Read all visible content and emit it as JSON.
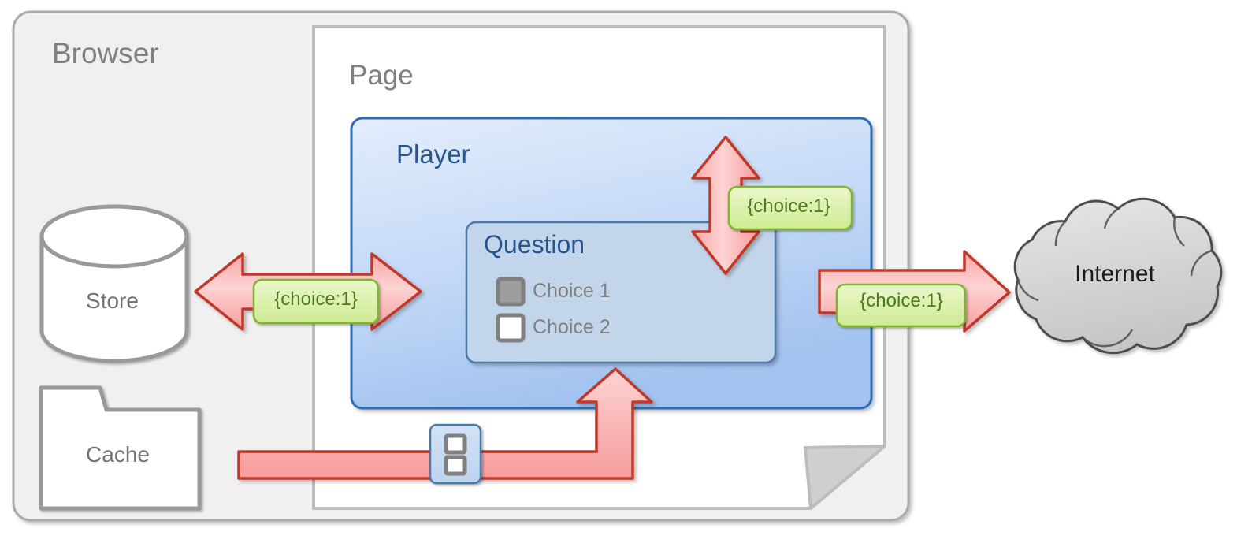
{
  "diagram": {
    "title": "Browser page player data flow",
    "containers": {
      "browser": {
        "label": "Browser"
      },
      "page": {
        "label": "Page"
      },
      "player": {
        "label": "Player"
      },
      "question": {
        "label": "Question"
      }
    },
    "storage": {
      "store": {
        "label": "Store",
        "shape": "cylinder-icon"
      },
      "cache": {
        "label": "Cache",
        "shape": "folder-icon"
      }
    },
    "external": {
      "internet": {
        "label": "Internet",
        "shape": "cloud-icon"
      }
    },
    "choices": [
      {
        "label": "Choice 1",
        "selected": true
      },
      {
        "label": "Choice 2",
        "selected": false
      }
    ],
    "flow_tags": {
      "store_tag": "{choice:1}",
      "player_tag": "{choice:1}",
      "internet_tag": "{choice:1}"
    },
    "template_icon": {
      "name": "form-template-icon"
    },
    "colors": {
      "browser_fill": "#f0f0f0",
      "browser_stroke": "#aaaaaa",
      "page_fill": "#ffffff",
      "page_stroke": "#bdbdbd",
      "player_fill_top": "#dbe7fb",
      "player_fill_bottom": "#a9c6f0",
      "player_stroke": "#2f6db5",
      "question_fill": "#c3d5ea",
      "question_stroke": "#4a7aab",
      "arrow_fill_light": "#fcd5d5",
      "arrow_fill_dark": "#f79d9d",
      "arrow_stroke": "#c0392b",
      "tag_fill_top": "#e6f5c2",
      "tag_fill_bottom": "#d4ee9e",
      "tag_stroke": "#7fb52e",
      "tag_text": "#4e7a1e",
      "label_gray": "#808080",
      "label_blue": "#27558c",
      "cloud_fill": "#d4d4d4",
      "cloud_stroke": "#4d4d4d",
      "checkbox_checked": "#9e9e9e",
      "checkbox_unchecked": "#ffffff",
      "checkbox_stroke": "#808080"
    }
  }
}
